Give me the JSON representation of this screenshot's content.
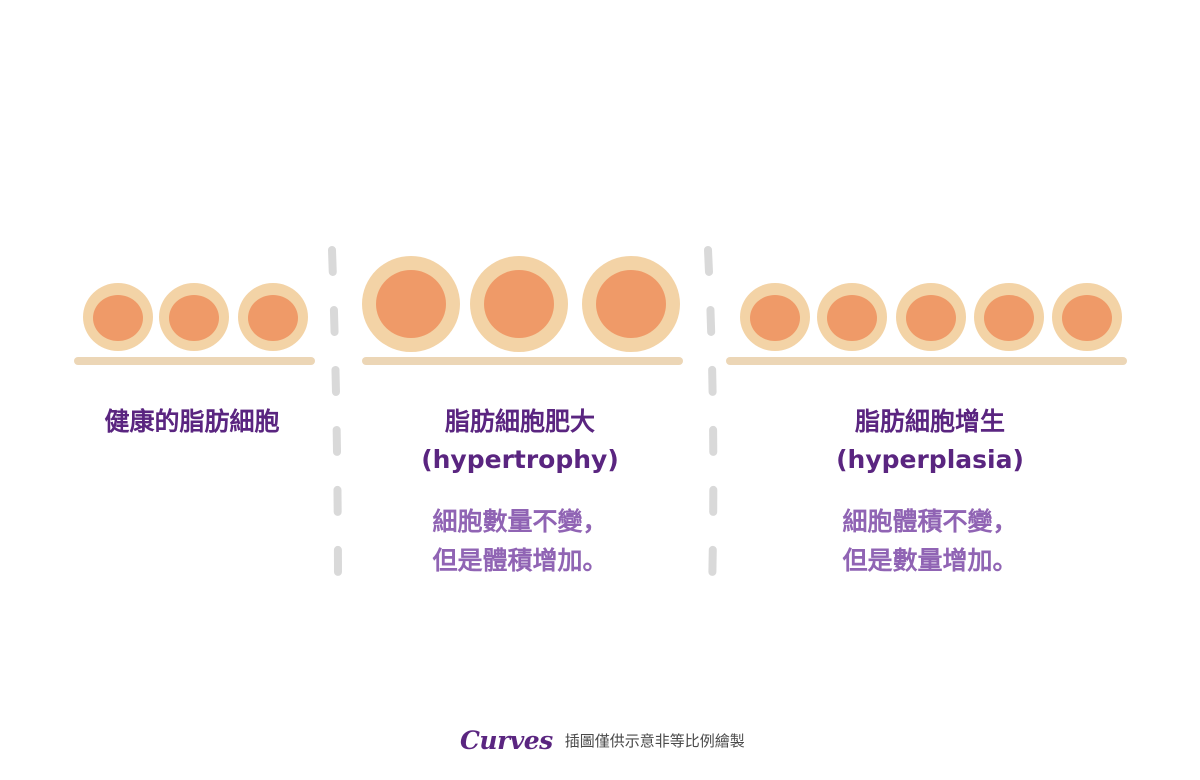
{
  "brand": {
    "logo_text": "Curves",
    "footer_note": "插圖僅供示意非等比例繪製",
    "colors": {
      "cell_outer": "#f3d3a6",
      "cell_inner": "#ef9a68",
      "baseline": "#ecd6b6",
      "divider": "#d9d9d9",
      "label": "#5a2580",
      "description": "#9064b4"
    }
  },
  "panels": [
    {
      "id": "healthy",
      "title": "健康的脂肪細胞",
      "subtitle": "",
      "description": [],
      "cell_count": 3,
      "cell_size": "small"
    },
    {
      "id": "hypertrophy",
      "title": "脂肪細胞肥大",
      "subtitle": "(hypertrophy)",
      "description": [
        "細胞數量不變，",
        "但是體積增加。"
      ],
      "cell_count": 3,
      "cell_size": "large"
    },
    {
      "id": "hyperplasia",
      "title": "脂肪細胞增生",
      "subtitle": "(hyperplasia)",
      "description": [
        "細胞體積不變，",
        "但是數量增加。"
      ],
      "cell_count": 5,
      "cell_size": "small"
    }
  ]
}
